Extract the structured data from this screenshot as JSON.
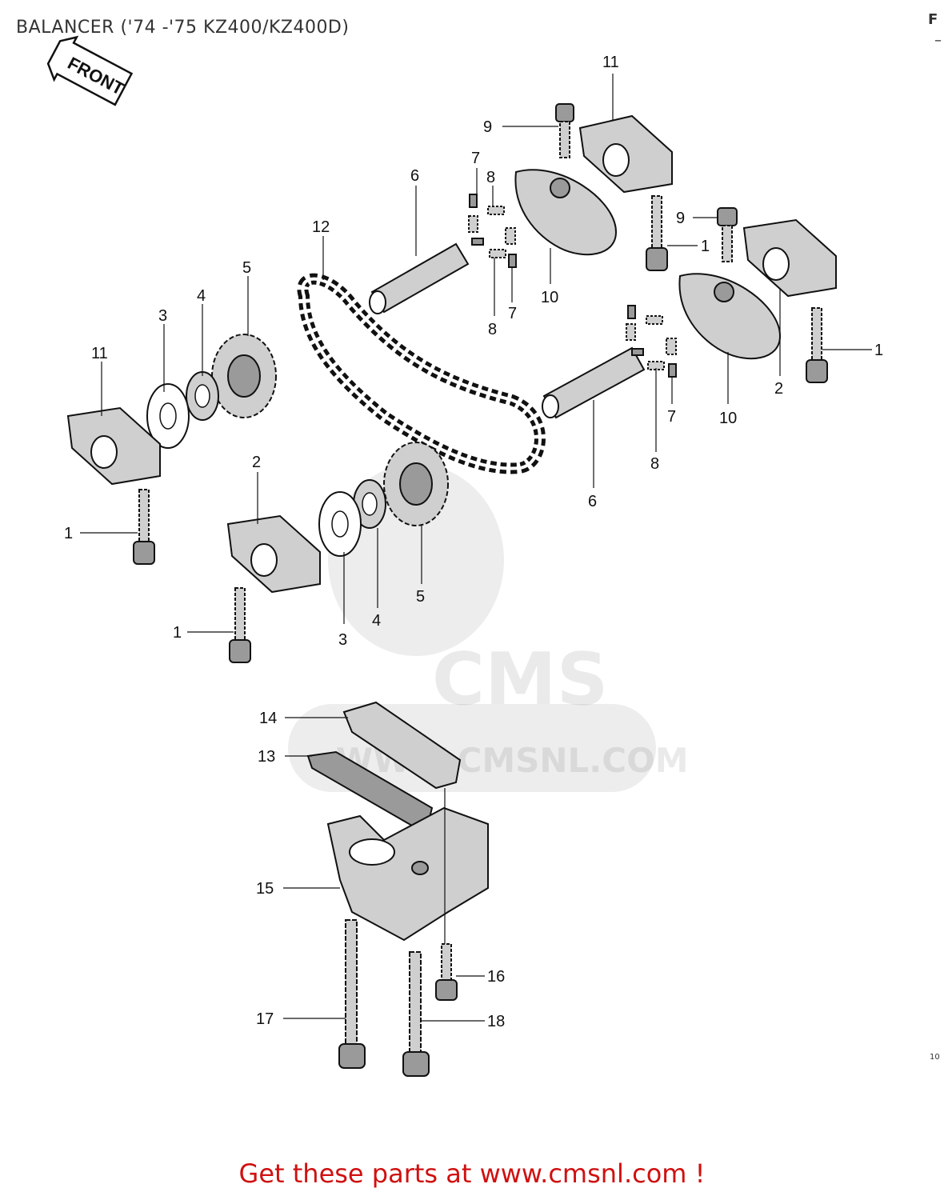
{
  "header": {
    "title": "BALANCER ('74 -'75 KZ400/KZ400D)",
    "corner_top": "F",
    "corner_dash": "–"
  },
  "arrow": {
    "label": "FRONT"
  },
  "watermark": {
    "logo": "CMS",
    "url": "WWW.CMSNL.COM"
  },
  "callouts": [
    "1",
    "2",
    "3",
    "4",
    "5",
    "6",
    "7",
    "8",
    "9",
    "10",
    "11",
    "12",
    "13",
    "14",
    "15",
    "16",
    "17",
    "18"
  ],
  "corner_code": "10",
  "footer": {
    "text": "Get these parts at www.cmsnl.com !"
  }
}
